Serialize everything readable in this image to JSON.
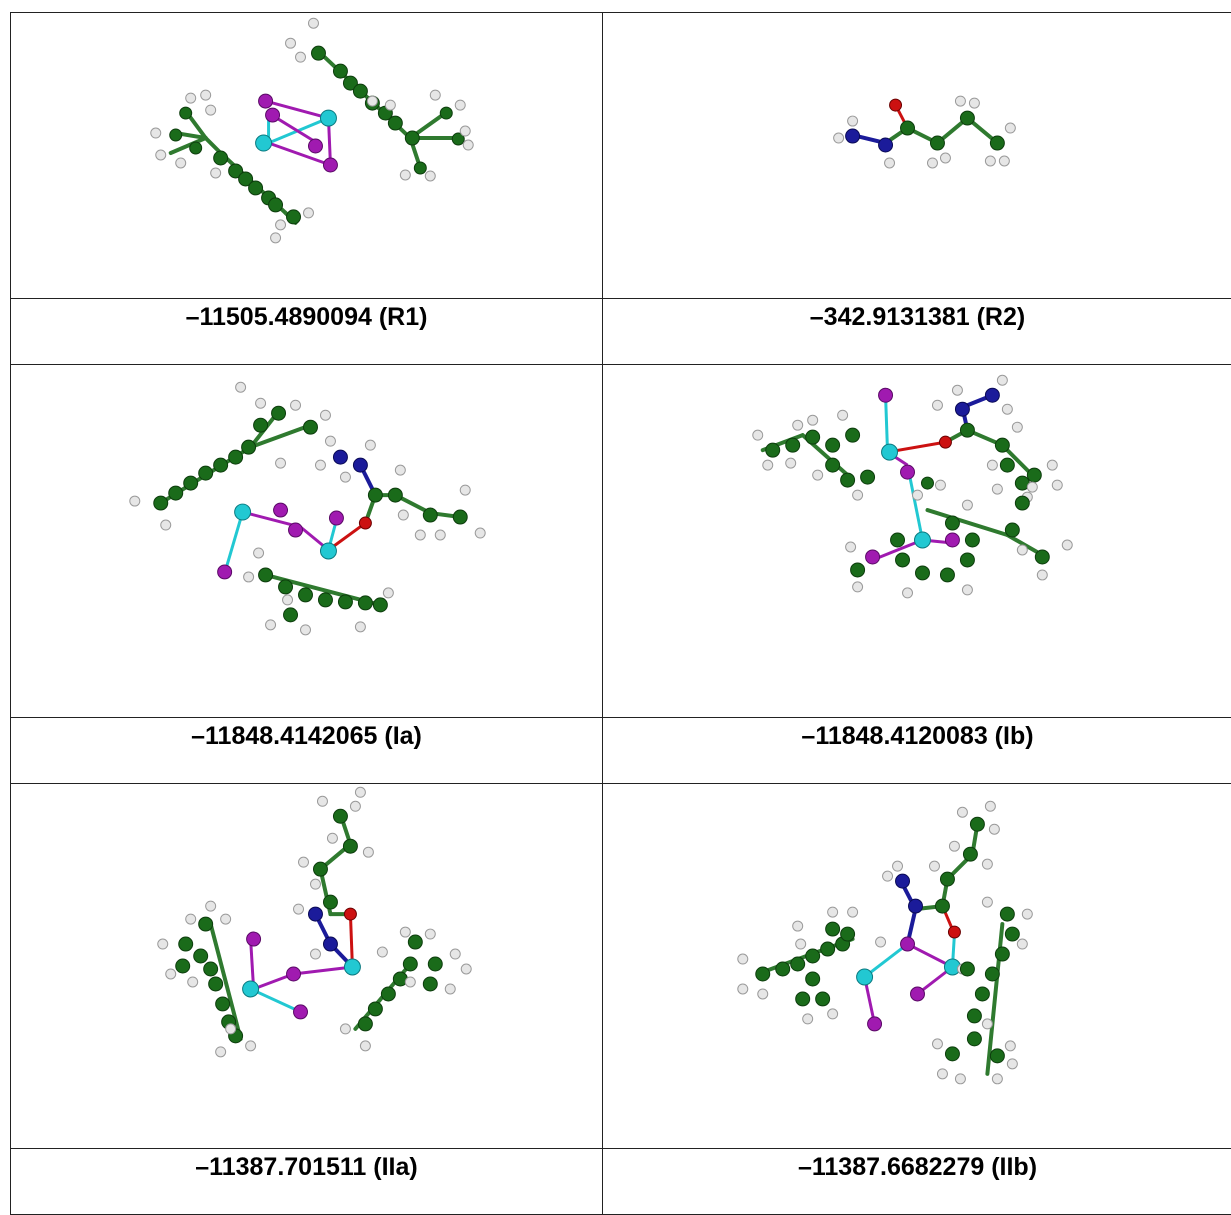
{
  "cells": [
    {
      "label": "–11505.4890094 (R1)",
      "structure": "molecular-model"
    },
    {
      "label": "–342.9131381 (R2)",
      "structure": "molecular-model"
    },
    {
      "label": "–11848.4142065 (Ia)",
      "structure": "molecular-model"
    },
    {
      "label": "–11848.4120083 (Ib)",
      "structure": "molecular-model"
    },
    {
      "label": "–11387.701511 (IIa)",
      "structure": "molecular-model"
    },
    {
      "label": "–11387.6682279 (IIb)",
      "structure": "molecular-model"
    }
  ],
  "atom_colors": {
    "carbon": "#1a6b1a",
    "hydrogen": "#e6e6e6",
    "nitrogen": "#1b1b9a",
    "oxygen": "#cc1111",
    "iodine": "#a01ab0",
    "metal": "#22c8d2"
  }
}
